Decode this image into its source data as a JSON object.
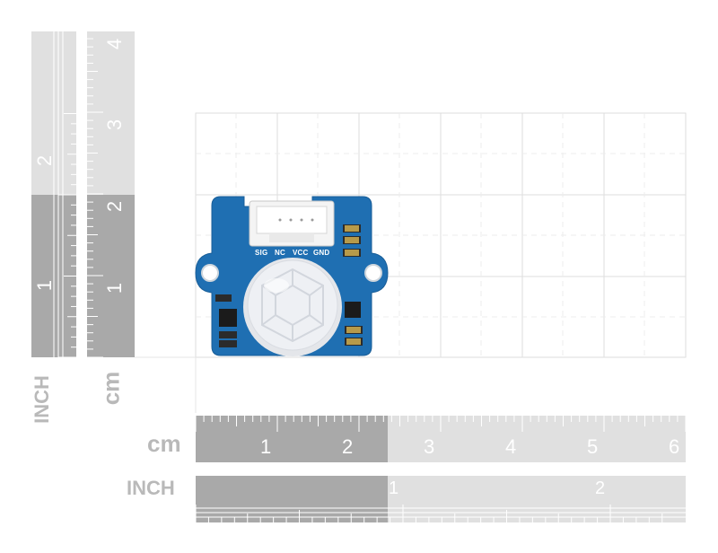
{
  "rulers": {
    "cm_label": "cm",
    "inch_label": "INCH",
    "vertical_inch_label": "INCH",
    "vertical_cm_label": "cm",
    "horizontal_cm_numbers": [
      "1",
      "2",
      "3",
      "4",
      "5",
      "6"
    ],
    "horizontal_inch_numbers": [
      "1",
      "2"
    ],
    "vertical_inch_numbers": [
      "1",
      "2"
    ],
    "vertical_cm_numbers": [
      "1",
      "2",
      "3",
      "4"
    ]
  },
  "module": {
    "pin_labels": [
      "SIG",
      "NC",
      "VCC",
      "GND"
    ]
  },
  "colors": {
    "pcb": "#1f6fb2",
    "ruler_dark": "#a6a6a6",
    "ruler_light": "#d9d9d9",
    "grid": "#dcdcdc",
    "lens": "#eceef2"
  }
}
